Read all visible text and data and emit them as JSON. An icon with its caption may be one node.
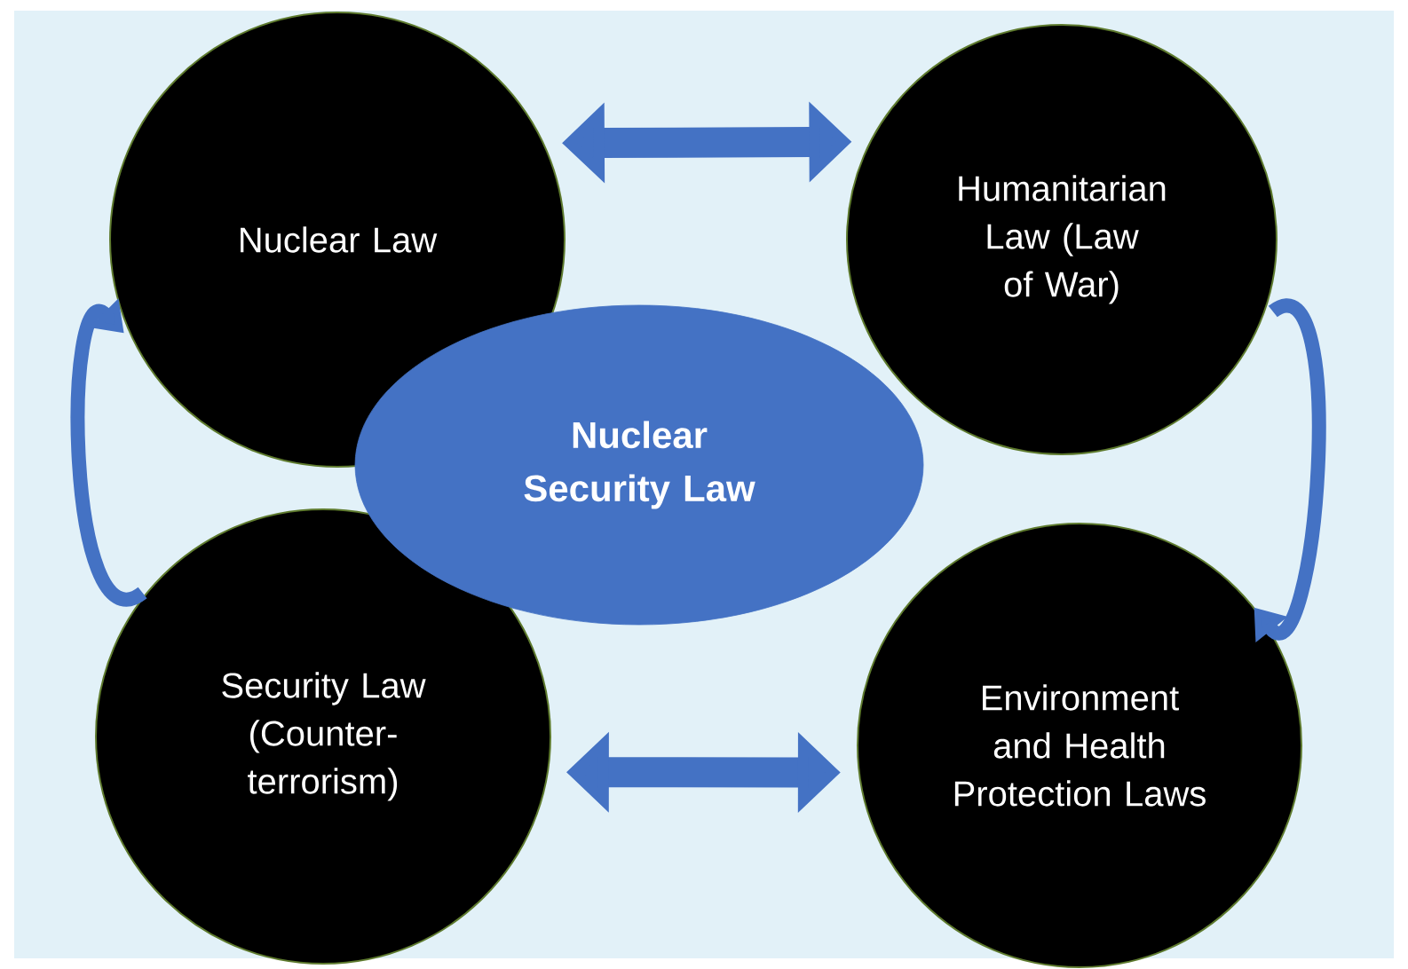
{
  "diagram": {
    "nodes": [
      {
        "text": [
          "Nuclear Law"
        ]
      },
      {
        "text": [
          "Humanitarian Law (Law of War)"
        ]
      },
      {
        "text": [
          "Nuclear Security Law"
        ]
      },
      {
        "text": [
          "Security Law (Counter-terrorism)"
        ]
      },
      {
        "text": [
          "Environment and Health Protection Laws"
        ]
      }
    ],
    "edges": [
      {
        "from": 0,
        "to": 1,
        "arrow": "both",
        "style": "thick"
      },
      {
        "from": 1,
        "to": 4,
        "arrow": "to"
      },
      {
        "from": 3,
        "to": 4,
        "arrow": "both",
        "style": "thick"
      },
      {
        "from": 3,
        "to": 0,
        "arrow": "to"
      }
    ]
  }
}
